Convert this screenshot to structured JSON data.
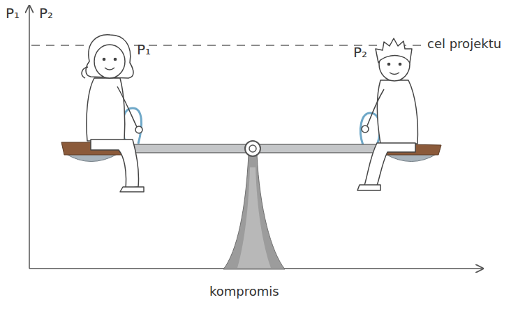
{
  "diagram": {
    "labels": [
      "P₁",
      "P₂",
      "cel projektu",
      "P₁",
      "P₂",
      "kompromis"
    ]
  }
}
